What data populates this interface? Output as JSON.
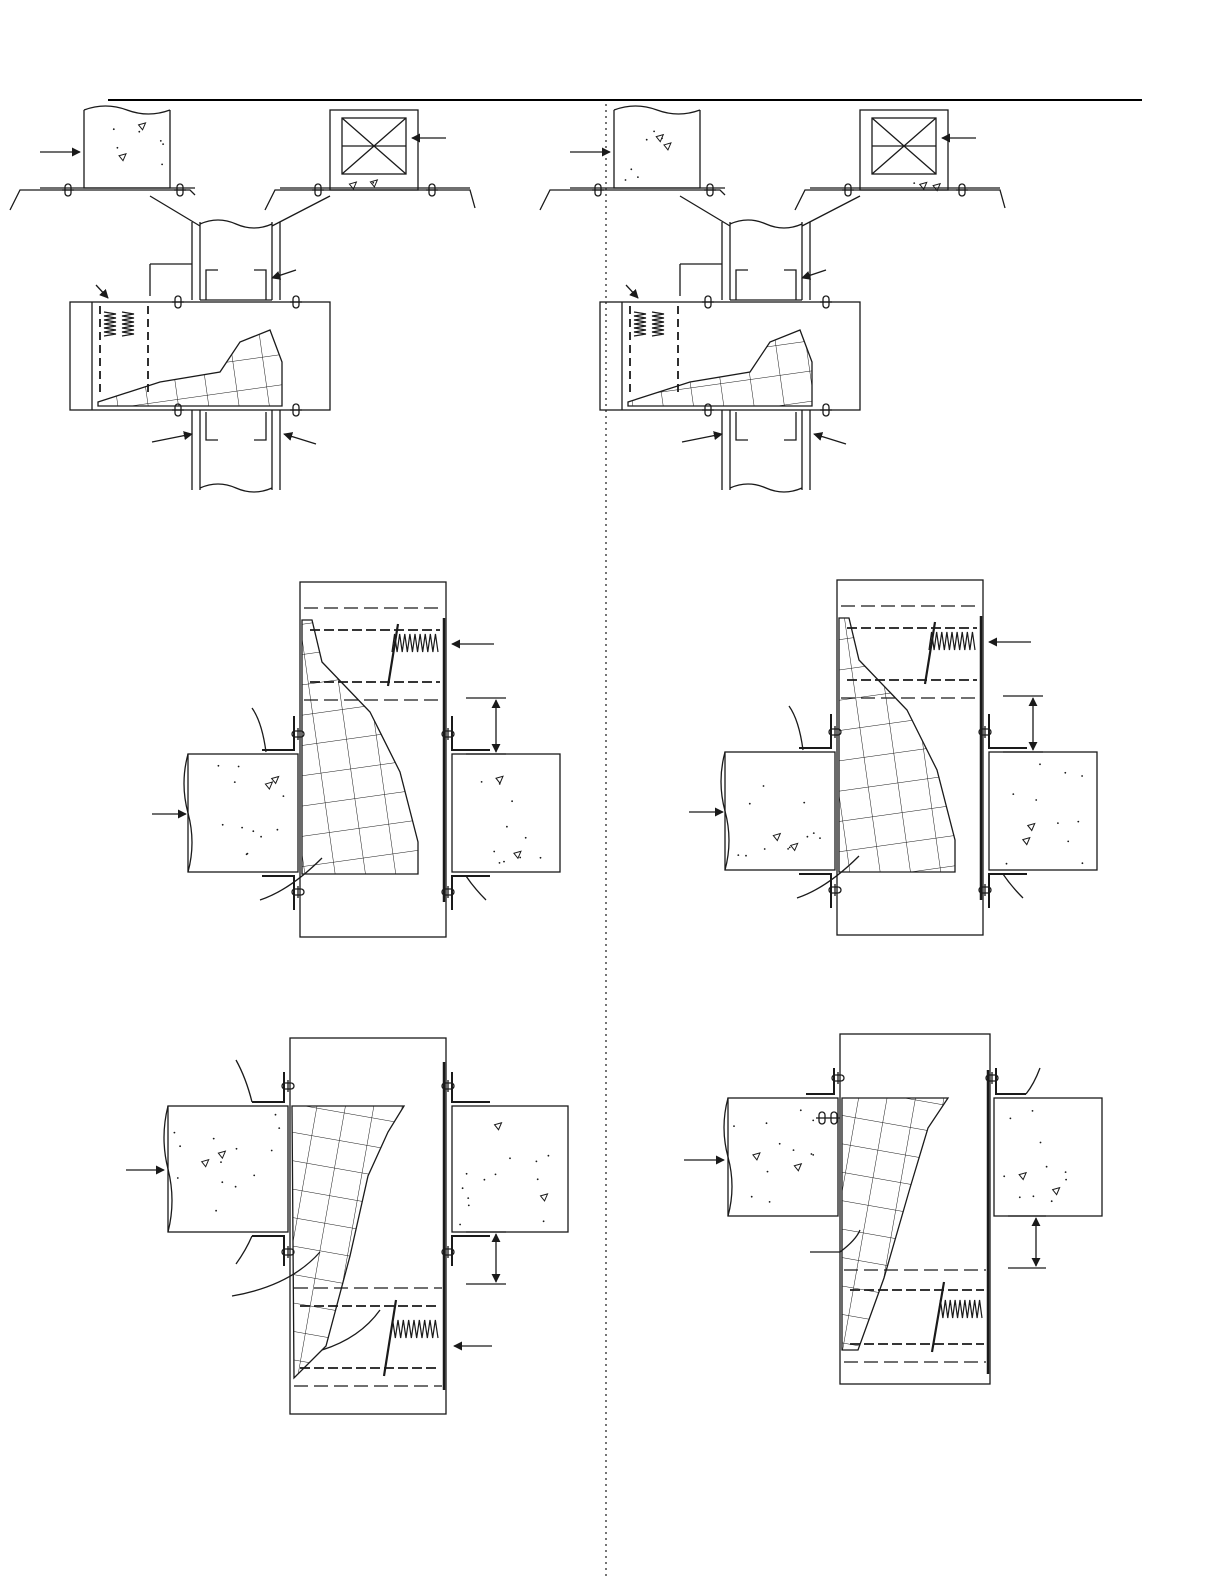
{
  "page": {
    "title": "",
    "description_text": []
  },
  "panels": [
    {
      "id": "top-left",
      "kind": "plan-section-corridor",
      "labels": []
    },
    {
      "id": "top-right",
      "kind": "plan-section-corridor",
      "labels": []
    },
    {
      "id": "mid-left",
      "kind": "slab-section-spring-top",
      "labels": []
    },
    {
      "id": "mid-right",
      "kind": "slab-section-spring-top",
      "labels": []
    },
    {
      "id": "bottom-left",
      "kind": "slab-section-spring-bottom",
      "labels": []
    },
    {
      "id": "bottom-right",
      "kind": "slab-section-spring-bottom",
      "labels": []
    }
  ],
  "colors": {
    "line": "#1a1a1a",
    "concrete_fill": "#ffffff",
    "rule": "#000000"
  }
}
